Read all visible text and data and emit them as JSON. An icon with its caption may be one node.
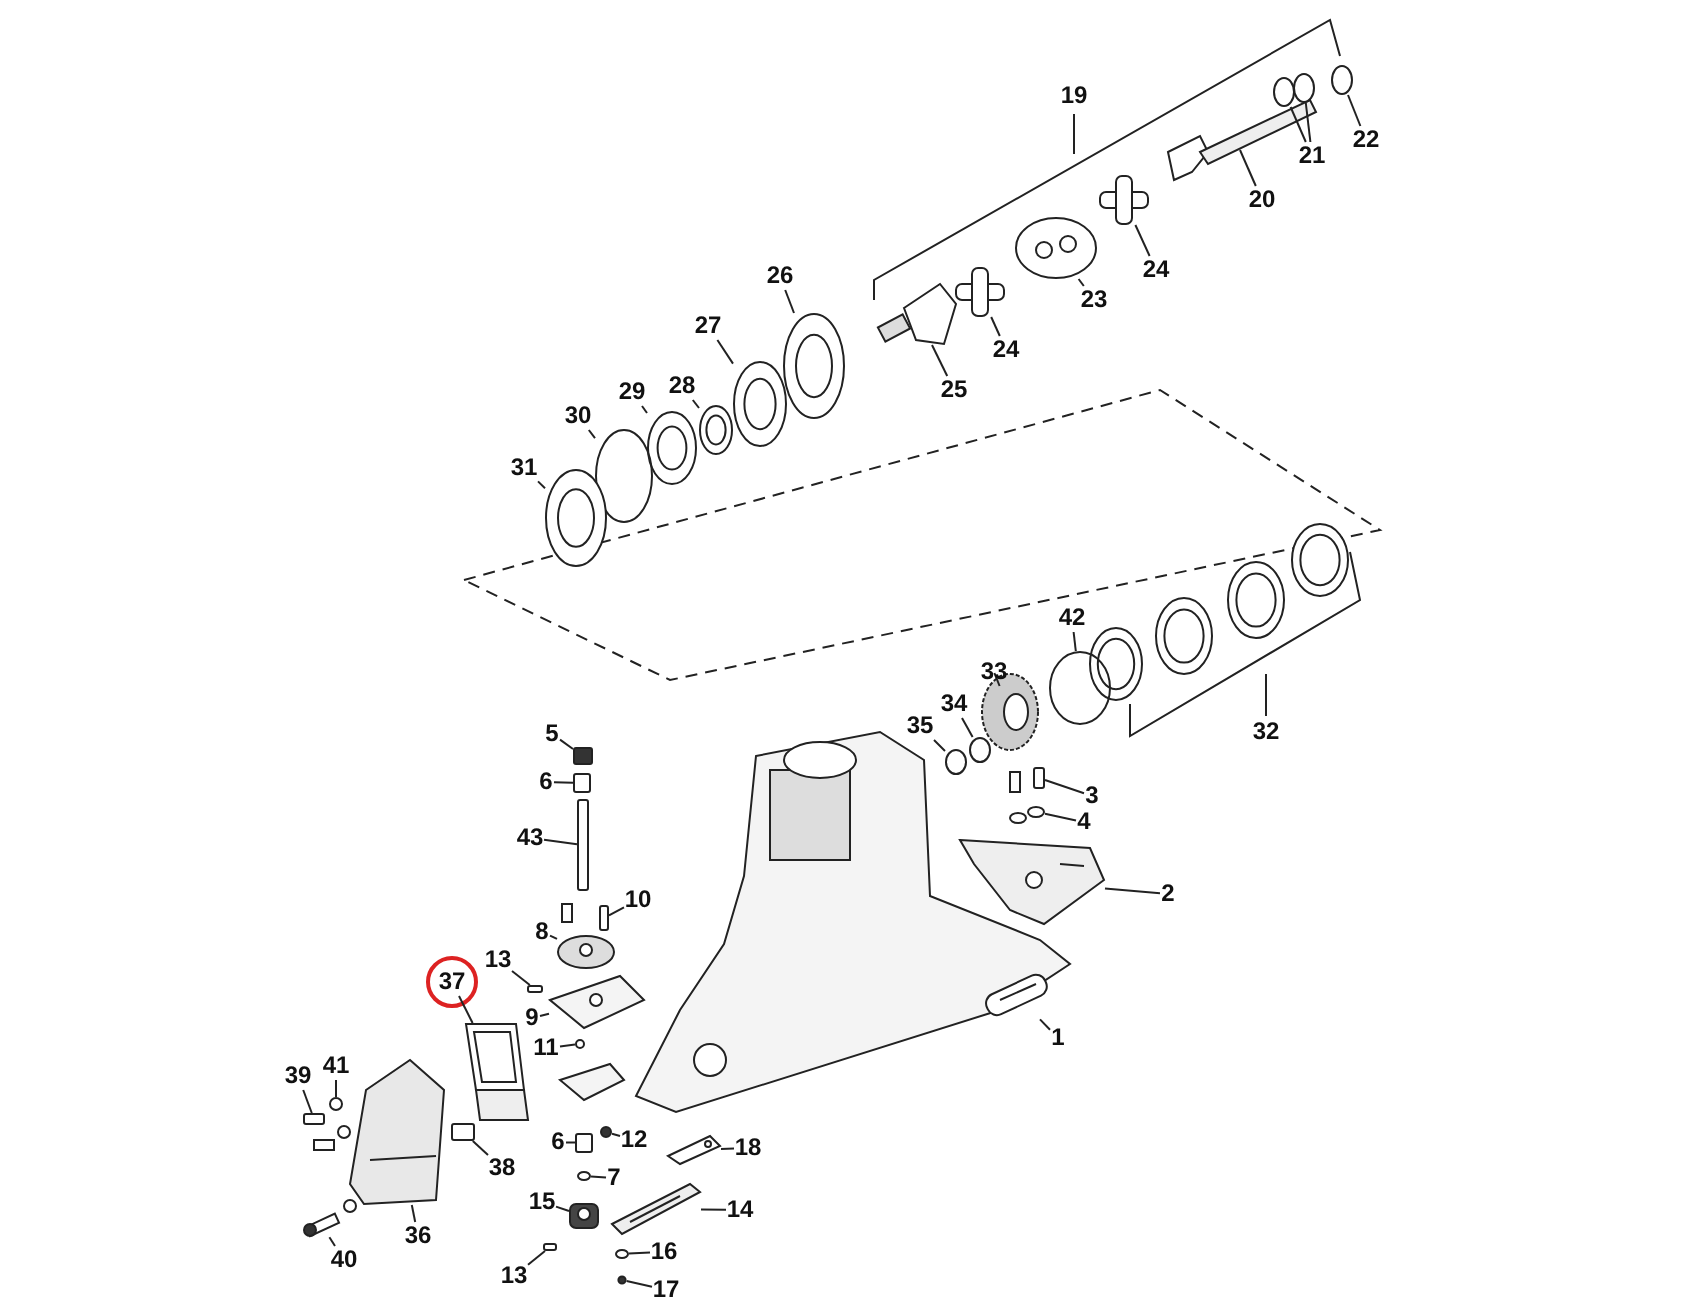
{
  "diagram": {
    "nodes": [
      {
        "text": [
          "20"
        ]
      },
      {
        "text": [
          "21"
        ]
      },
      {
        "text": [
          "22"
        ]
      },
      {
        "text": [
          "23"
        ]
      },
      {
        "text": [
          "24"
        ]
      },
      {
        "text": [
          "24"
        ]
      },
      {
        "text": [
          "25"
        ]
      },
      {
        "text": [
          "26"
        ]
      },
      {
        "text": [
          "27"
        ]
      },
      {
        "text": [
          "28"
        ]
      },
      {
        "text": [
          "29"
        ]
      },
      {
        "text": [
          "30"
        ]
      },
      {
        "text": [
          "31"
        ]
      },
      {
        "text": [
          "42"
        ]
      },
      {
        "text": [
          "33"
        ]
      },
      {
        "text": [
          "34"
        ]
      },
      {
        "text": [
          "35"
        ]
      },
      {
        "text": [
          "3"
        ]
      },
      {
        "text": [
          "4"
        ]
      },
      {
        "text": [
          "2"
        ]
      },
      {
        "text": [
          "1"
        ]
      },
      {
        "text": [
          "5"
        ]
      },
      {
        "text": [
          "6"
        ]
      },
      {
        "text": [
          "43"
        ]
      },
      {
        "text": [
          "10"
        ]
      },
      {
        "text": [
          "8"
        ]
      },
      {
        "text": [
          "13"
        ]
      },
      {
        "text": [
          "37"
        ]
      },
      {
        "text": [
          "9"
        ]
      },
      {
        "text": [
          "11"
        ]
      },
      {
        "text": [
          "39"
        ]
      },
      {
        "text": [
          "41"
        ]
      },
      {
        "text": [
          "38"
        ]
      },
      {
        "text": [
          "36"
        ]
      },
      {
        "text": [
          "40"
        ]
      },
      {
        "text": [
          "6"
        ]
      },
      {
        "text": [
          "12"
        ]
      },
      {
        "text": [
          "7"
        ]
      },
      {
        "text": [
          "18"
        ]
      },
      {
        "text": [
          "15"
        ]
      },
      {
        "text": [
          "14"
        ]
      },
      {
        "text": [
          "13"
        ]
      },
      {
        "text": [
          "16"
        ]
      },
      {
        "text": [
          "17"
        ]
      },
      {
        "text": [],
        "shape": "picture"
      },
      {
        "text": [],
        "shape": "circle"
      },
      {
        "text": [],
        "shape": "circle"
      },
      {
        "text": [],
        "shape": "circle"
      },
      {
        "text": [],
        "shape": "picture"
      },
      {
        "text": [],
        "shape": "picture"
      },
      {
        "text": [],
        "shape": "picture"
      },
      {
        "text": [],
        "shape": "picture"
      },
      {
        "text": [],
        "shape": "picture"
      },
      {
        "text": [],
        "shape": "picture"
      },
      {
        "text": [],
        "shape": "picture"
      },
      {
        "text": [],
        "shape": "picture"
      },
      {
        "text": [],
        "shape": "circle"
      },
      {
        "text": [],
        "shape": "picture"
      },
      {
        "text": [],
        "shape": "circle"
      },
      {
        "text": [],
        "shape": "picture"
      },
      {
        "text": [],
        "shape": "circle"
      },
      {
        "text": [],
        "shape": "circle"
      },
      {
        "text": [],
        "shape": "box"
      },
      {
        "text": [],
        "shape": "circle"
      },
      {
        "text": [],
        "shape": "picture"
      },
      {
        "text": [],
        "shape": "picture"
      },
      {
        "text": [],
        "shape": "box"
      },
      {
        "text": [],
        "shape": "box"
      },
      {
        "text": [],
        "shape": "box"
      },
      {
        "text": [],
        "shape": "box"
      },
      {
        "text": [],
        "shape": "picture"
      },
      {
        "text": [],
        "shape": "box"
      },
      {
        "text": [],
        "shape": "picture"
      },
      {
        "text": [],
        "shape": "picture"
      },
      {
        "text": [],
        "shape": "circle"
      },
      {
        "text": [],
        "shape": "box"
      },
      {
        "text": [],
        "shape": "circle"
      },
      {
        "text": [],
        "shape": "box"
      },
      {
        "text": [],
        "shape": "picture"
      },
      {
        "text": [],
        "shape": "picture"
      },
      {
        "text": [],
        "shape": "box"
      },
      {
        "text": [],
        "shape": "circle"
      },
      {
        "text": [],
        "shape": "circle"
      },
      {
        "text": [],
        "shape": "picture"
      },
      {
        "text": [],
        "shape": "picture"
      },
      {
        "text": [],
        "shape": "picture"
      },
      {
        "text": [],
        "shape": "box"
      },
      {
        "text": [],
        "shape": "circle"
      },
      {
        "text": [],
        "shape": "circle"
      }
    ],
    "edges": [
      {
        "from": 0,
        "to": 44,
        "arrow": "none"
      },
      {
        "from": 1,
        "to": 45,
        "arrow": "none"
      },
      {
        "from": 1,
        "to": 46,
        "arrow": "none"
      },
      {
        "from": 2,
        "to": 47,
        "arrow": "none"
      },
      {
        "from": 3,
        "to": 48,
        "arrow": "none"
      },
      {
        "from": 4,
        "to": 49,
        "arrow": "none"
      },
      {
        "from": 5,
        "to": 50,
        "arrow": "none"
      },
      {
        "from": 6,
        "to": 51,
        "arrow": "none"
      },
      {
        "from": 7,
        "to": 52,
        "arrow": "none"
      },
      {
        "from": 8,
        "to": 53,
        "arrow": "none"
      },
      {
        "from": 9,
        "to": 54,
        "arrow": "none"
      },
      {
        "from": 10,
        "to": 55,
        "arrow": "none"
      },
      {
        "from": 11,
        "to": 56,
        "arrow": "none"
      },
      {
        "from": 12,
        "to": 57,
        "arrow": "none"
      },
      {
        "from": 13,
        "to": 58,
        "arrow": "none"
      },
      {
        "from": 14,
        "to": 59,
        "arrow": "none"
      },
      {
        "from": 15,
        "to": 60,
        "arrow": "none"
      },
      {
        "from": 16,
        "to": 61,
        "arrow": "none"
      },
      {
        "from": 17,
        "to": 62,
        "arrow": "none"
      },
      {
        "from": 18,
        "to": 63,
        "arrow": "none"
      },
      {
        "from": 19,
        "to": 64,
        "arrow": "none"
      },
      {
        "from": 20,
        "to": 65,
        "arrow": "none"
      },
      {
        "from": 21,
        "to": 66,
        "arrow": "none"
      },
      {
        "from": 22,
        "to": 67,
        "arrow": "none"
      },
      {
        "from": 23,
        "to": 68,
        "arrow": "none"
      },
      {
        "from": 24,
        "to": 69,
        "arrow": "none"
      },
      {
        "from": 25,
        "to": 70,
        "arrow": "none"
      },
      {
        "from": 26,
        "to": 71,
        "arrow": "none"
      },
      {
        "from": 27,
        "to": 72,
        "arrow": "none"
      },
      {
        "from": 28,
        "to": 73,
        "arrow": "none"
      },
      {
        "from": 29,
        "to": 74,
        "arrow": "none"
      },
      {
        "from": 30,
        "to": 75,
        "arrow": "none"
      },
      {
        "from": 31,
        "to": 76,
        "arrow": "none"
      },
      {
        "from": 32,
        "to": 77,
        "arrow": "none"
      },
      {
        "from": 33,
        "to": 78,
        "arrow": "none"
      },
      {
        "from": 34,
        "to": 79,
        "arrow": "none"
      },
      {
        "from": 35,
        "to": 80,
        "arrow": "none"
      },
      {
        "from": 36,
        "to": 81,
        "arrow": "none"
      },
      {
        "from": 37,
        "to": 82,
        "arrow": "none"
      },
      {
        "from": 38,
        "to": 83,
        "arrow": "none"
      },
      {
        "from": 39,
        "to": 84,
        "arrow": "none"
      },
      {
        "from": 40,
        "to": 85,
        "arrow": "none"
      },
      {
        "from": 41,
        "to": 86,
        "arrow": "none"
      },
      {
        "from": 42,
        "to": 87,
        "arrow": "none"
      },
      {
        "from": 43,
        "to": 88,
        "arrow": "none"
      }
    ],
    "labels": [
      "19",
      "32"
    ]
  }
}
